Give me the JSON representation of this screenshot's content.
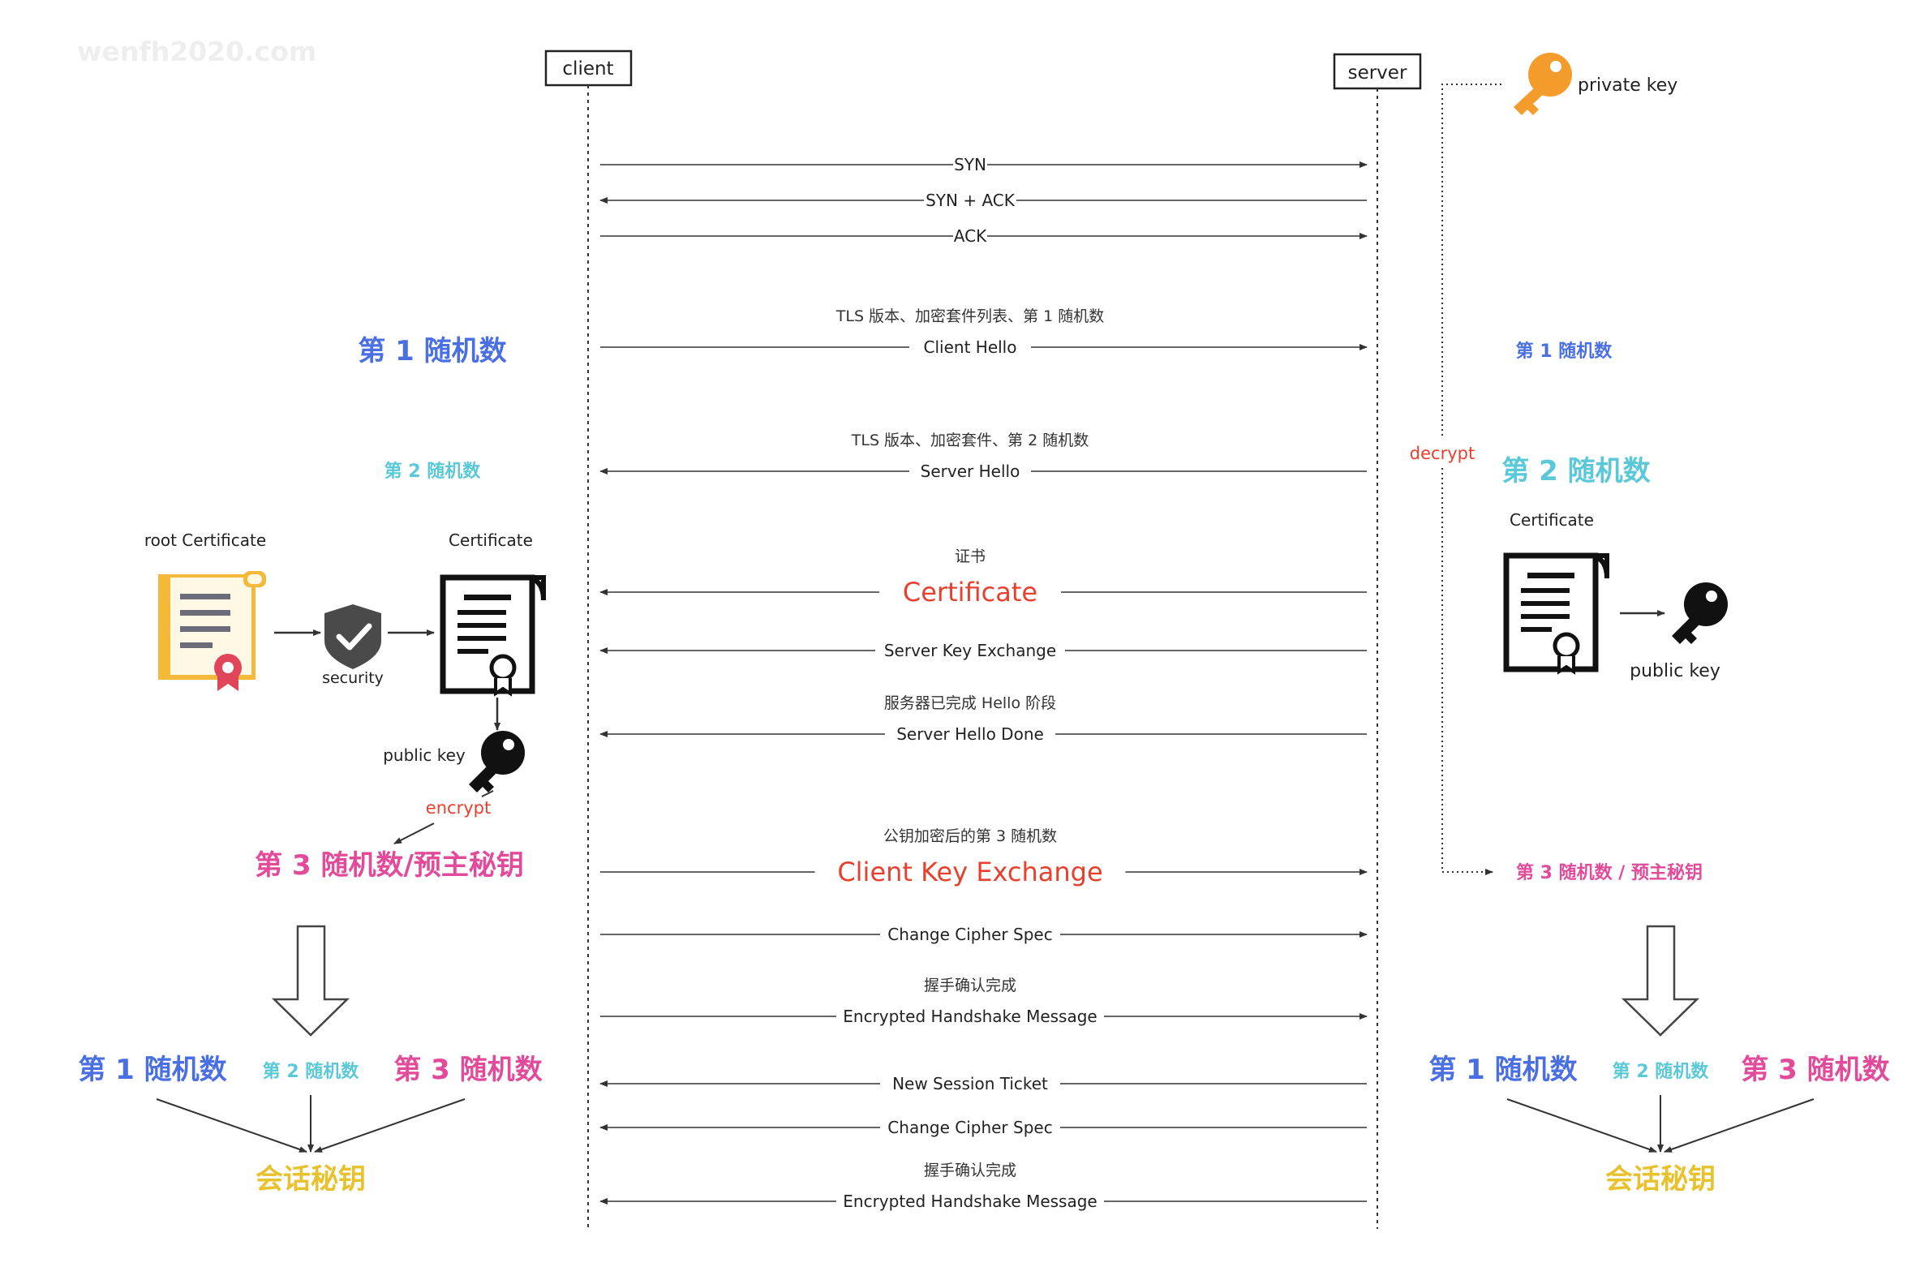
{
  "watermark": "wenfh2020.com",
  "actors": {
    "client": "client",
    "server": "server"
  },
  "colors": {
    "blue": "#4a6fe3",
    "cyan": "#5bc8d8",
    "pink": "#e24a9a",
    "red": "#e8402e",
    "gold": "#e8c22e",
    "orange": "#f39c2c",
    "line": "#333333"
  },
  "messages": [
    {
      "label": "SYN",
      "note": "",
      "dir": "right",
      "style": "normal"
    },
    {
      "label": "SYN + ACK",
      "note": "",
      "dir": "left",
      "style": "normal"
    },
    {
      "label": "ACK",
      "note": "",
      "dir": "right",
      "style": "normal"
    },
    {
      "label": "Client Hello",
      "note": "TLS 版本、加密套件列表、第 1 随机数",
      "dir": "right",
      "style": "normal"
    },
    {
      "label": "Server Hello",
      "note": "TLS 版本、加密套件、第 2 随机数",
      "dir": "left",
      "style": "normal"
    },
    {
      "label": "Certificate",
      "note": "证书",
      "dir": "left",
      "style": "highlight"
    },
    {
      "label": "Server Key Exchange",
      "note": "",
      "dir": "left",
      "style": "normal"
    },
    {
      "label": "Server Hello Done",
      "note": "服务器已完成 Hello 阶段",
      "dir": "left",
      "style": "normal"
    },
    {
      "label": "Client Key Exchange",
      "note": "公钥加密后的第 3 随机数",
      "dir": "right",
      "style": "highlight"
    },
    {
      "label": "Change Cipher Spec",
      "note": "",
      "dir": "right",
      "style": "normal"
    },
    {
      "label": "Encrypted Handshake Message",
      "note": "握手确认完成",
      "dir": "right",
      "style": "normal"
    },
    {
      "label": "New Session Ticket",
      "note": "",
      "dir": "left",
      "style": "normal"
    },
    {
      "label": "Change Cipher Spec",
      "note": "",
      "dir": "left",
      "style": "normal"
    },
    {
      "label": "Encrypted Handshake Message",
      "note": "握手确认完成",
      "dir": "left",
      "style": "normal"
    }
  ],
  "client_side": {
    "random1": "第 1 随机数",
    "random2": "第 2 随机数",
    "root_cert_label": "root Certificate",
    "security_label": "security",
    "cert_label": "Certificate",
    "public_key_label": "public key",
    "encrypt_label": "encrypt",
    "random3": "第 3 随机数/预主秘钥",
    "combine": {
      "r1": "第 1 随机数",
      "r2": "第 2 随机数",
      "r3": "第 3 随机数",
      "result": "会话秘钥"
    }
  },
  "server_side": {
    "private_key_label": "private key",
    "random1": "第 1 随机数",
    "decrypt_label": "decrypt",
    "random2": "第 2 随机数",
    "cert_label": "Certificate",
    "public_key_label": "public key",
    "random3": "第 3 随机数 / 预主秘钥",
    "combine": {
      "r1": "第 1 随机数",
      "r2": "第 2 随机数",
      "r3": "第 3 随机数",
      "result": "会话秘钥"
    }
  },
  "icons": {
    "root_cert": "root-certificate-icon",
    "shield": "shield-check-icon",
    "cert": "certificate-icon",
    "key": "key-icon",
    "private_key": "private-key-icon"
  }
}
